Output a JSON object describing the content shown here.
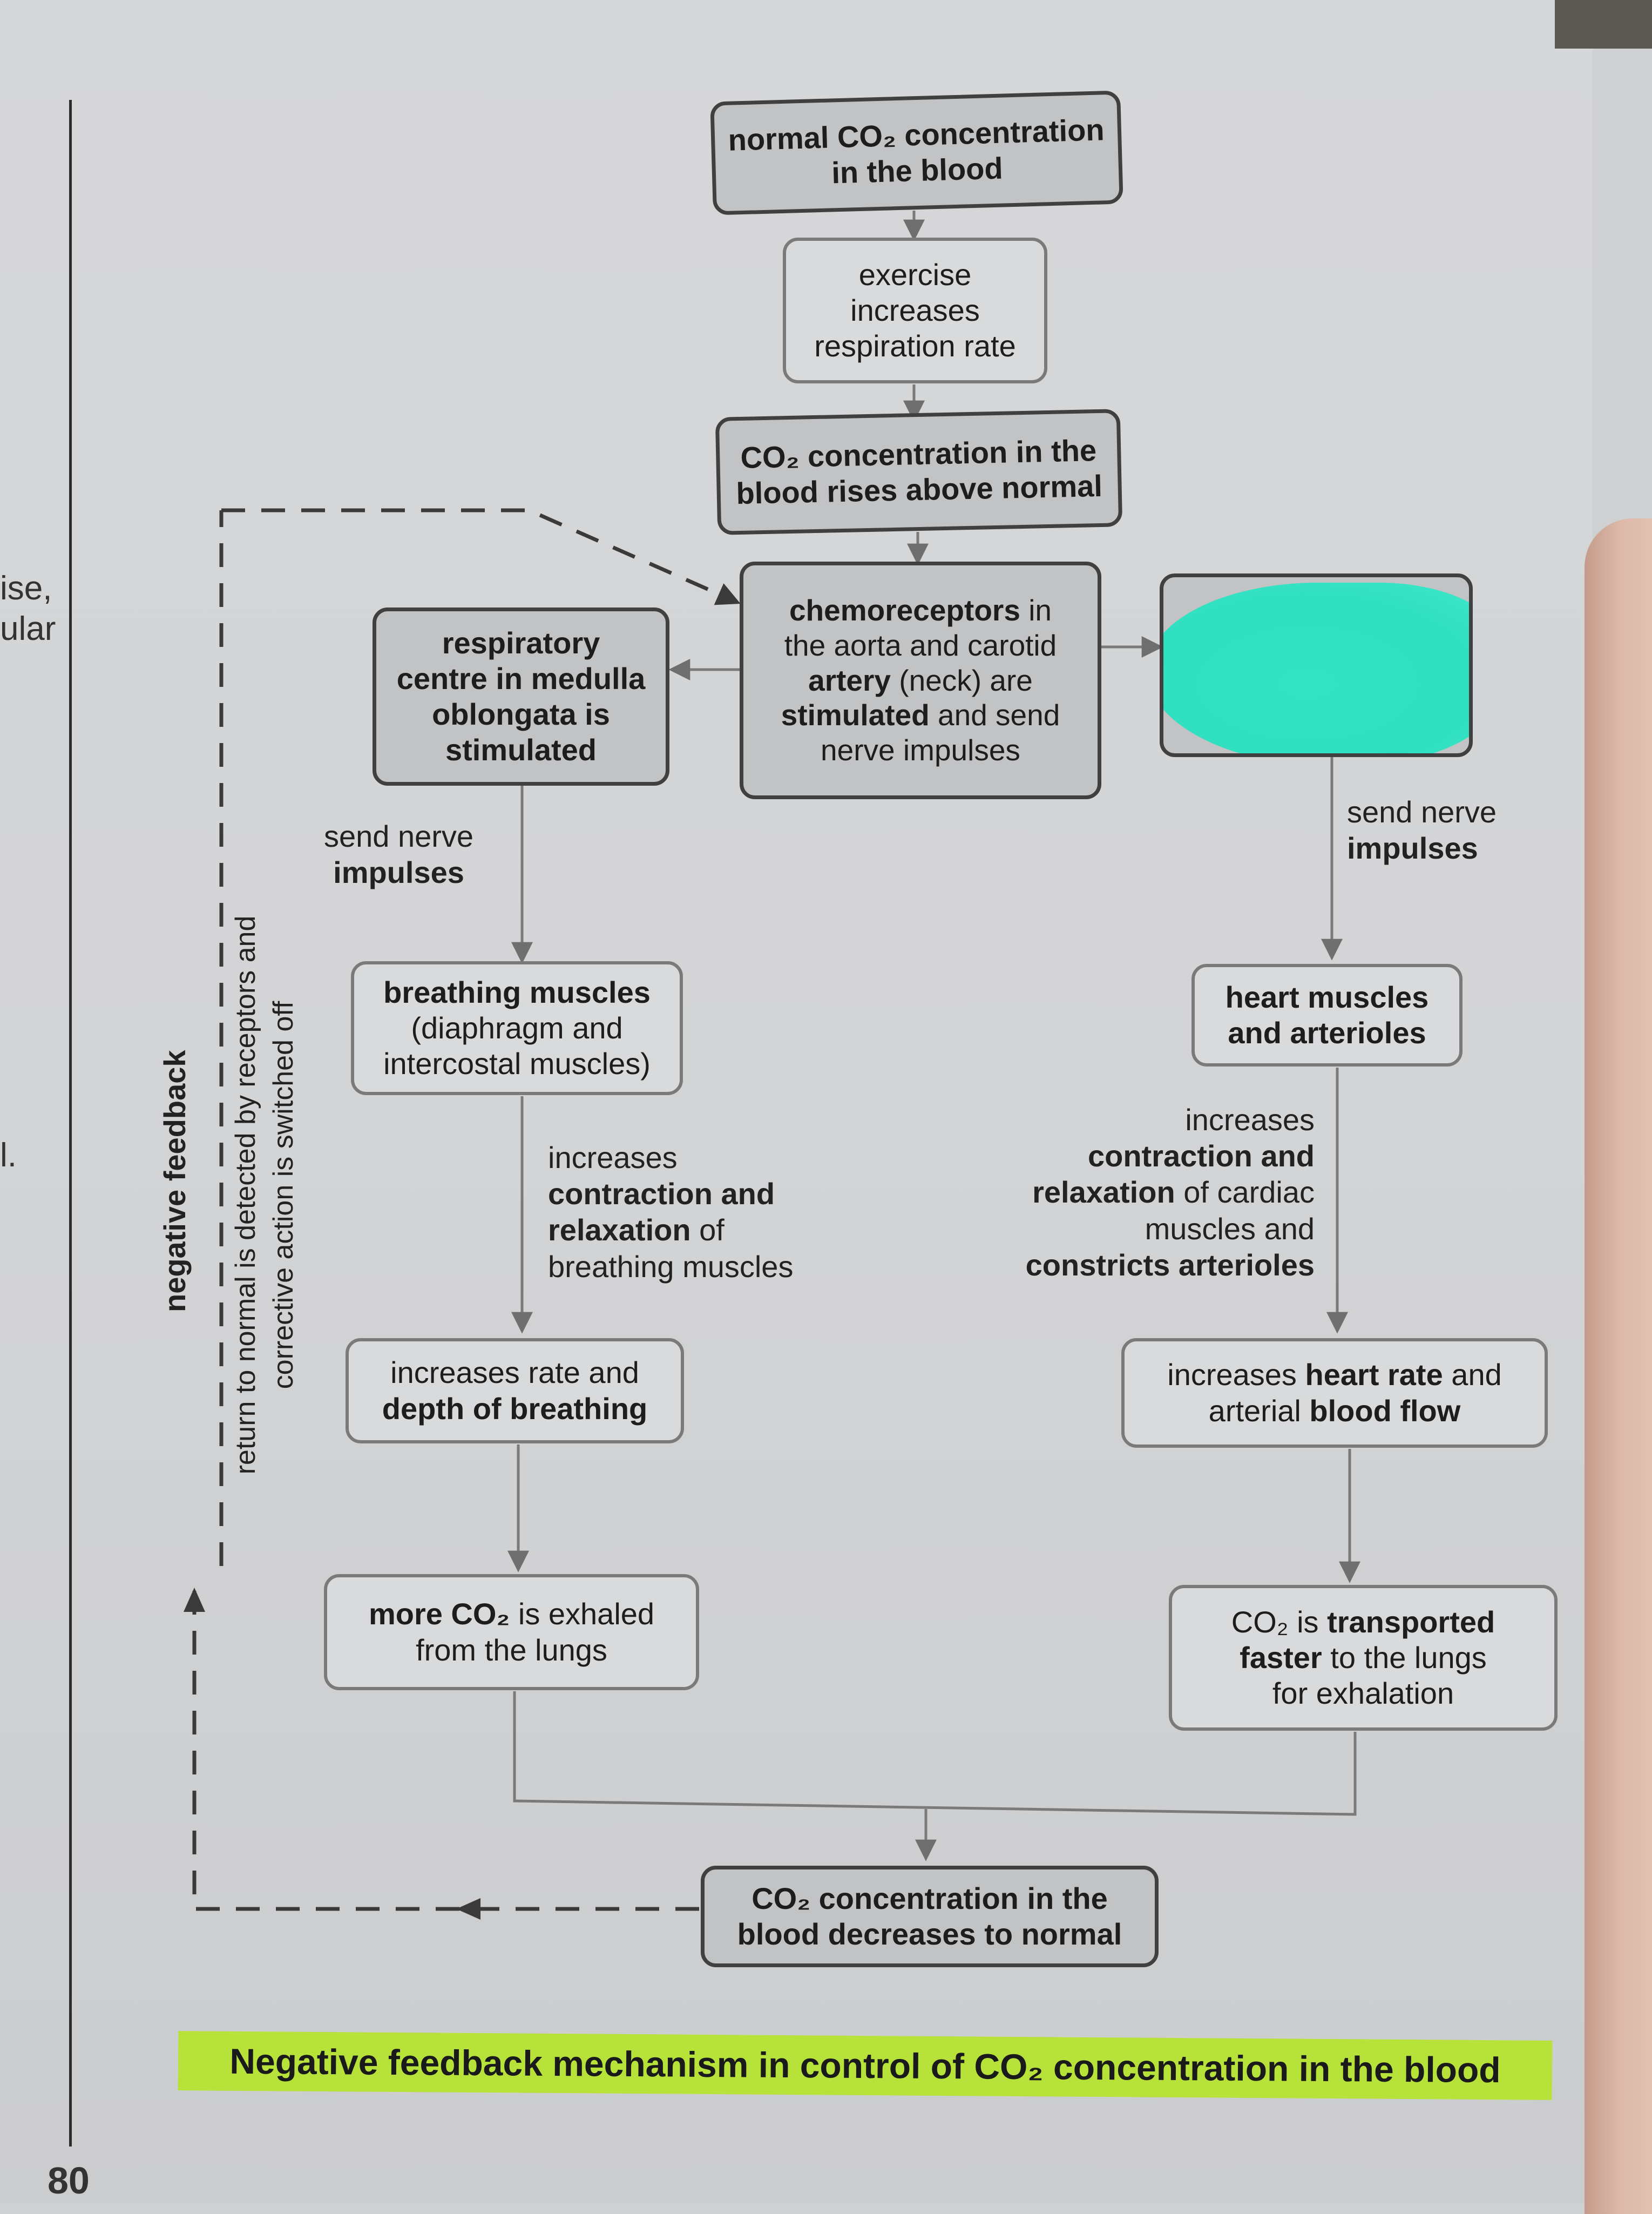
{
  "page": {
    "page_number": "80",
    "edge_text": [
      "ise,",
      "ular",
      "l."
    ]
  },
  "boxes": {
    "normal": [
      "normal CO₂ concentration",
      "in the blood"
    ],
    "exercise": [
      "exercise",
      "increases",
      "respiration rate"
    ],
    "rise": [
      "CO₂ concentration in the",
      "blood rises above normal"
    ],
    "chemo": {
      "t1": "chemoreceptors",
      "t2": " in",
      "t3": "the aorta and carotid",
      "t4": "artery",
      "t5": " (neck) are",
      "t6": "stimulated",
      "t7": " and send",
      "t8": "nerve impulses"
    },
    "resp": [
      "respiratory",
      "centre in medulla",
      "oblongata is",
      "stimulated"
    ],
    "breathing_muscles": [
      "breathing muscles",
      "(diaphragm and",
      "intercostal muscles)"
    ],
    "heart_muscles": [
      "heart muscles",
      "and arterioles"
    ],
    "rate_depth": {
      "a": "increases rate",
      "b": " and",
      "c": "depth of breathing"
    },
    "heart_rate": {
      "a": "increases ",
      "b": "heart rate",
      "c": " and",
      "d": "arterial ",
      "e": "blood flow"
    },
    "exhale": {
      "a": "more CO₂",
      "b": " is exhaled",
      "c": "from the lungs"
    },
    "transport": {
      "a": "CO₂ is ",
      "b": "transported",
      "c": "faster",
      "d": " to the lungs",
      "e": "for exhalation"
    },
    "decrease": [
      "CO₂ concentration in the",
      "blood decreases to normal"
    ]
  },
  "labels": {
    "send_left": [
      "send nerve",
      "impulses"
    ],
    "send_right": [
      "send nerve",
      "impulses"
    ],
    "inc_left": {
      "a": "increases",
      "b": "contraction and",
      "c": "relaxation",
      "d": " of",
      "e": "breathing muscles"
    },
    "inc_right": {
      "a": "increases",
      "b": "contraction and",
      "c": "relaxation",
      "d": " of cardiac",
      "e": "muscles and",
      "f": "constricts arterioles"
    },
    "negative_feedback": "negative feedback",
    "return_line1": "return to normal is detected by receptors and",
    "return_line2": "corrective action is switched off"
  },
  "caption": "Negative feedback mechanism in control of CO₂ concentration in the blood",
  "colors": {
    "caption_highlight": "#b6e23a",
    "redaction": "#2fe0c0"
  }
}
